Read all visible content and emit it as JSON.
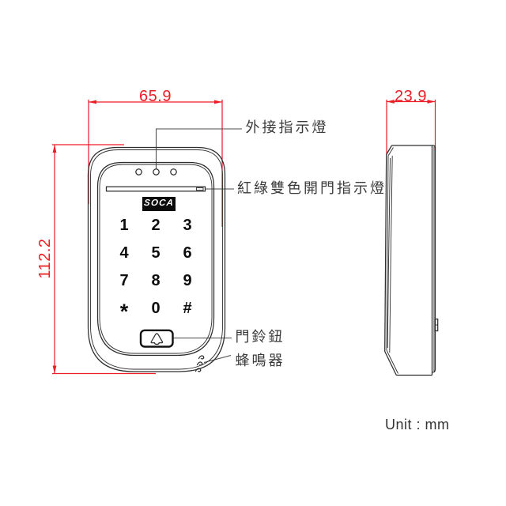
{
  "colors": {
    "dimension_red": "#ed1c24",
    "outline_ink": "#2e2e2e",
    "label_text": "#3a3a3a"
  },
  "dimensions": {
    "front_width": "65.9",
    "front_height": "112.2",
    "side_depth": "23.9",
    "unit_note": "Unit : mm"
  },
  "callouts": {
    "external_indicator": "外接指示燈",
    "door_indicator": "紅綠雙色開門指示燈",
    "doorbell_button": "門鈴鈕",
    "buzzer": "蜂鳴器"
  },
  "device": {
    "logo": "SOCA",
    "keypad_rows": [
      [
        "1",
        "2",
        "3"
      ],
      [
        "4",
        "5",
        "6"
      ],
      [
        "7",
        "8",
        "9"
      ],
      [
        "*",
        "0",
        "#"
      ]
    ]
  }
}
